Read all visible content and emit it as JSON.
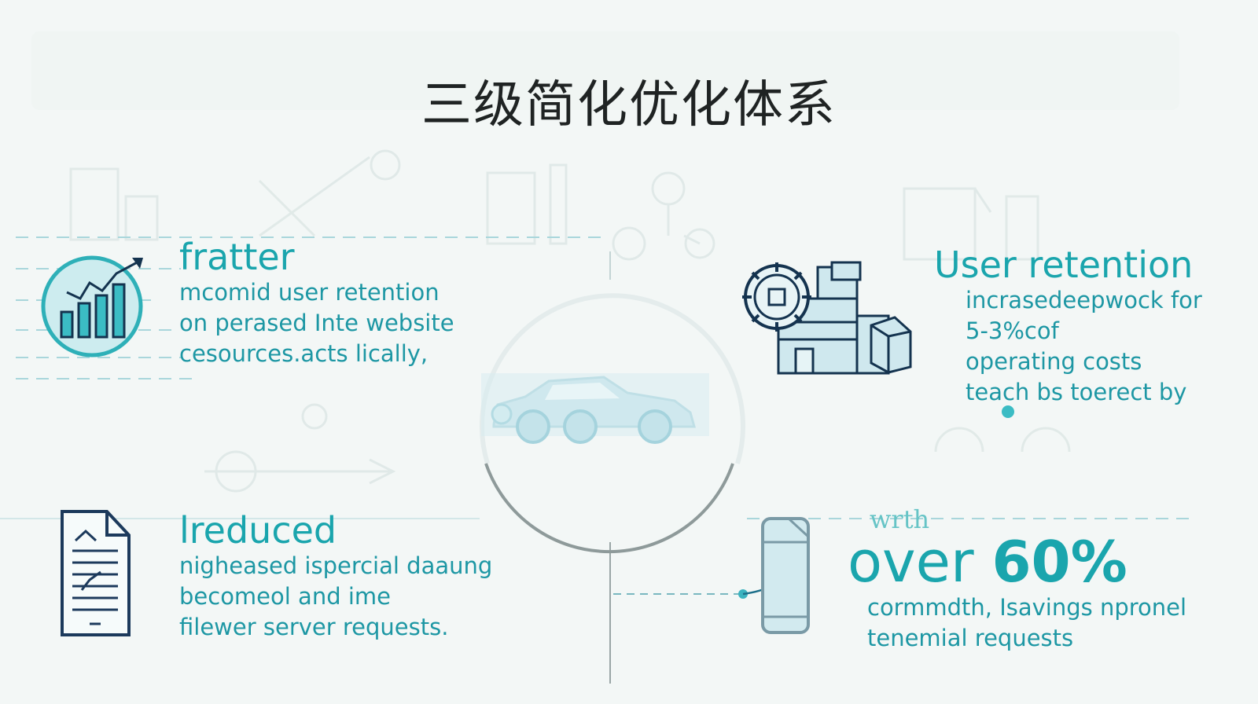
{
  "title": "三级简化优化体系",
  "colors": {
    "accent": "#1aa5ad",
    "text_teal": "#1d97a4",
    "title_dark": "#1f2323",
    "icon_navy": "#1c3a5c",
    "light_blue": "#cde9ee",
    "circle_gray": "#8e9a9a"
  },
  "top_left": {
    "heading": "fratter",
    "lines": [
      "mcomid user retention",
      "on perased Inte website",
      "cesources.acts lically,"
    ],
    "icon": "growth-chart-icon"
  },
  "top_right": {
    "heading": "User retention",
    "lines": [
      "incrasedeepwock for",
      "5-3%cof",
      "operating costs",
      "teach bs toerect by"
    ],
    "icon": "factory-gear-icon"
  },
  "bottom_left": {
    "heading": "lreduced",
    "lines": [
      "nigheased ispercial daaung",
      "becomeol and ime",
      "filewer server requests."
    ],
    "icon": "document-icon"
  },
  "bottom_right": {
    "prefix": "wrth",
    "heading_start": "over",
    "heading_value": "60%",
    "lines": [
      "cormmdth, Isavings npronel",
      "tenemial requests"
    ],
    "icon": "phone-icon"
  },
  "center": {
    "icon": "car-icon"
  }
}
